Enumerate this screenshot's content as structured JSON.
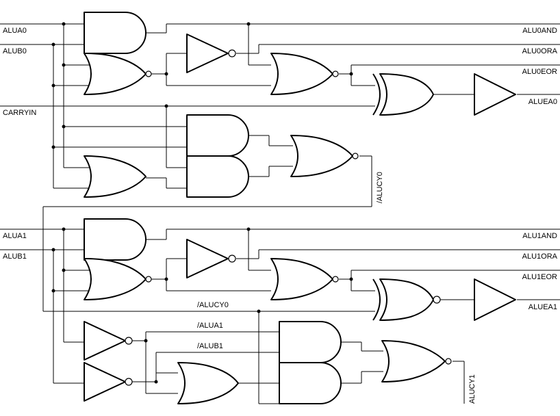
{
  "inputs": {
    "alua0": "ALUA0",
    "alub0": "ALUB0",
    "carryin": "CARRYIN",
    "alua1": "ALUA1",
    "alub1": "ALUB1"
  },
  "outputs": {
    "alu0and": "ALU0AND",
    "alu0ora": "ALU0ORA",
    "alu0eor": "ALU0EOR",
    "aluea0": "ALUEA0",
    "alu1and": "ALU1AND",
    "alu1ora": "ALU1ORA",
    "alu1eor": "ALU1EOR",
    "aluea1": "ALUEA1"
  },
  "internal": {
    "alucy0": "/ALUCY0",
    "alucy0_wire": "/ALUCY0",
    "alua1_n": "/ALUA1",
    "alub1_n": "/ALUB1",
    "alucy1": "ALUCY1"
  }
}
